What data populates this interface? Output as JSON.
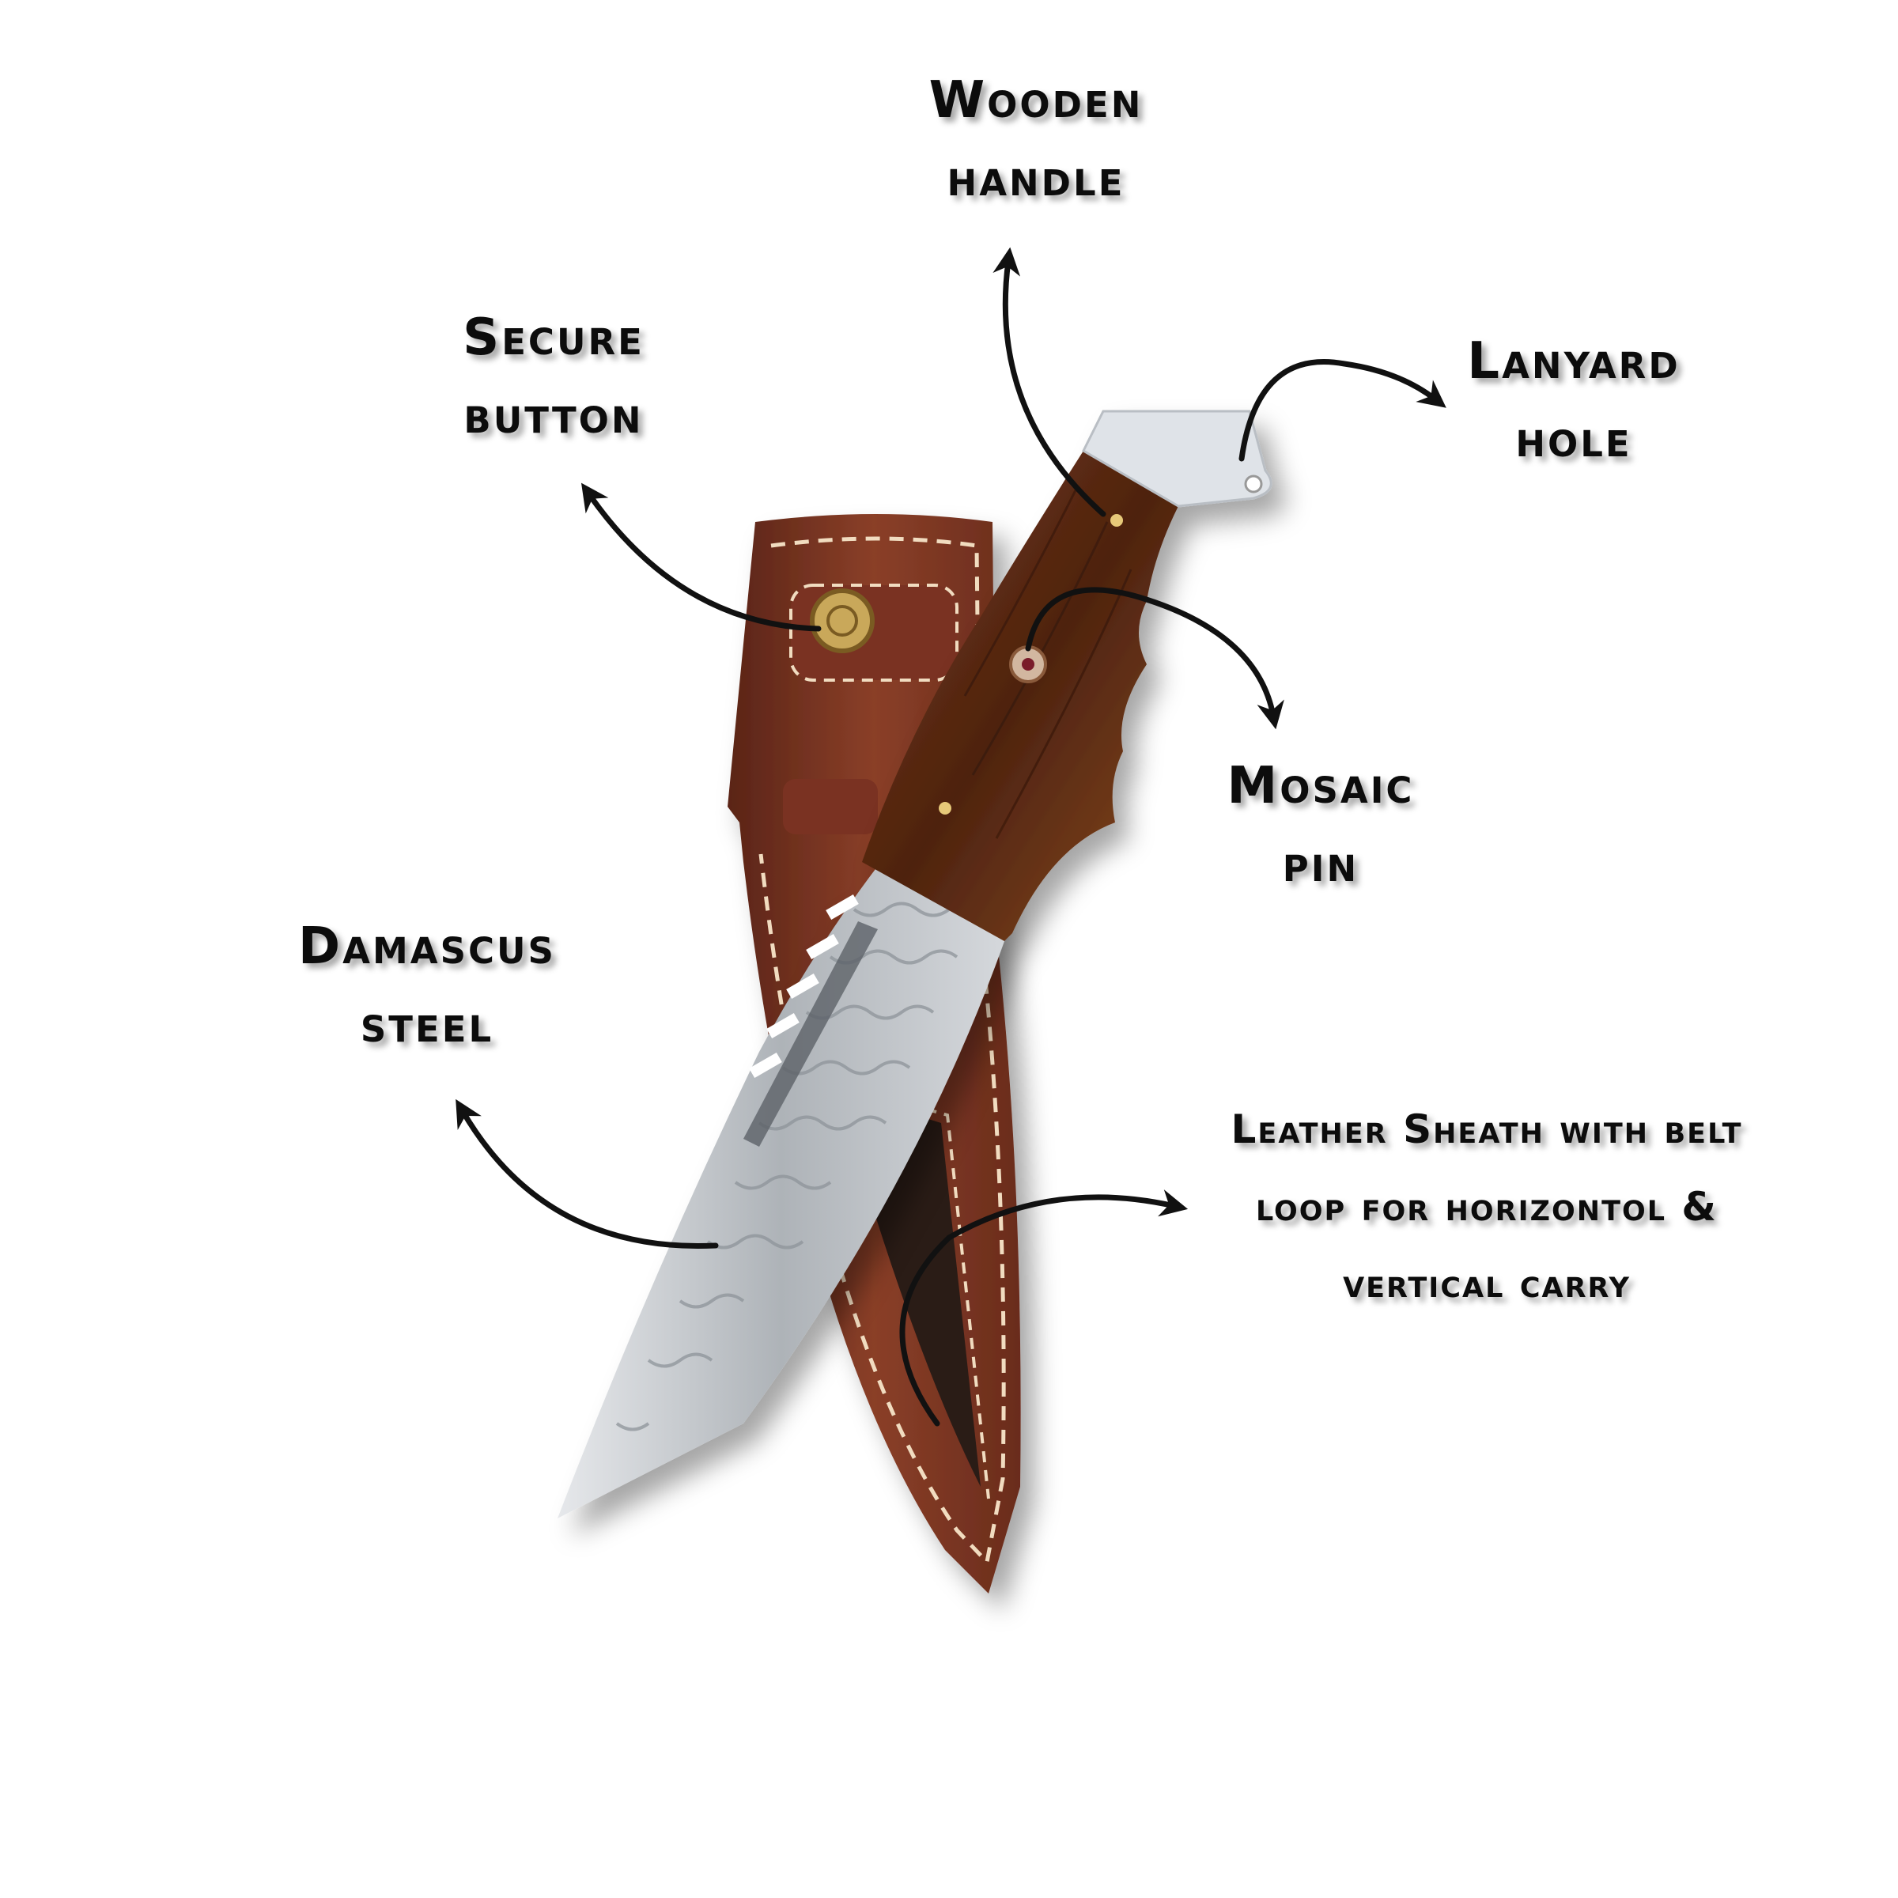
{
  "labels": {
    "wooden_handle": [
      "Wooden",
      "handle"
    ],
    "secure_button": [
      "Secure",
      "button"
    ],
    "lanyard_hole": [
      "Lanyard",
      "hole"
    ],
    "mosaic_pin": [
      "Mosaic",
      "pin"
    ],
    "damascus_steel": [
      "Damascus",
      "steel"
    ],
    "leather_sheath": [
      "Leather Sheath with belt",
      "loop for horizontol &",
      "vertical carry"
    ]
  },
  "colors": {
    "background": "#ffffff",
    "text": "#0c0c0c",
    "arrow": "#111111",
    "sheath": "#7a3322",
    "sheath_dark": "#5a2417",
    "stitch": "#f1dcc0",
    "handle": "#5b2a14",
    "blade": "#c9ccd0",
    "bolster": "#dfe3e8",
    "brass": "#c9a85a"
  }
}
